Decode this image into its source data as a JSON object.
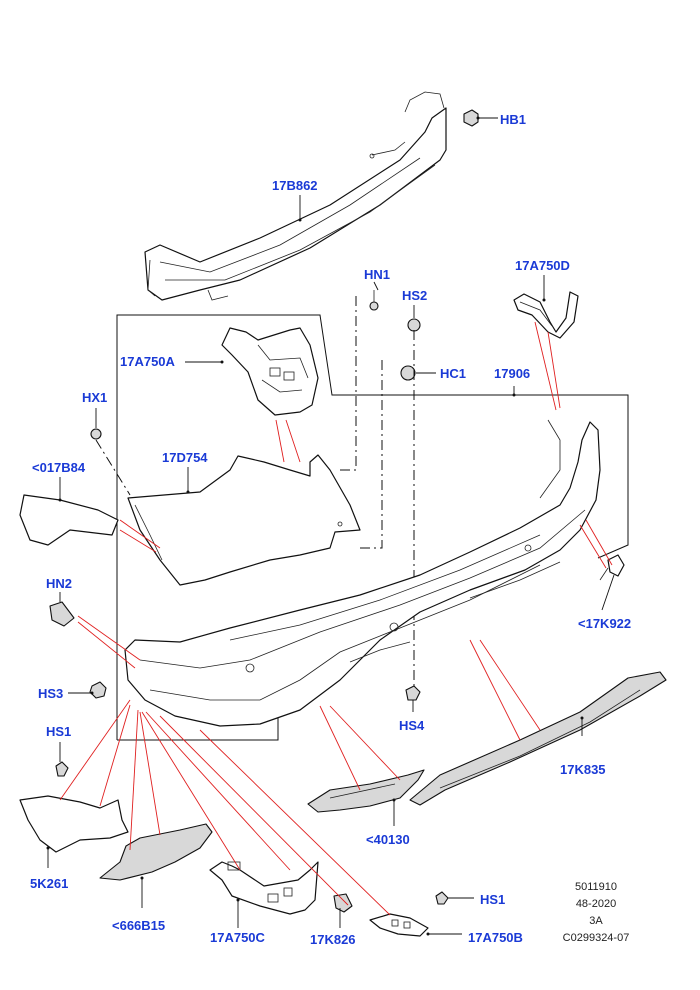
{
  "labels": {
    "hb1": "HB1",
    "17b862": "17B862",
    "hn1": "HN1",
    "hs2": "HS2",
    "17a750d": "17A750D",
    "17a750a": "17A750A",
    "hc1": "HC1",
    "17906": "17906",
    "hx1": "HX1",
    "017b84": "<017B84",
    "17d754": "17D754",
    "hn2": "HN2",
    "17k922": "<17K922",
    "hs3": "HS3",
    "hs4": "HS4",
    "hs1_left": "HS1",
    "17k835": "17K835",
    "40130": "<40130",
    "5k261": "5K261",
    "666b15": "<666B15",
    "17a750c": "17A750C",
    "17k826": "17K826",
    "hs1_right": "HS1",
    "17a750b": "17A750B"
  },
  "reference": {
    "line1": "5011910",
    "line2": "48-2020",
    "line3": "3A",
    "line4": "C0299324-07"
  }
}
